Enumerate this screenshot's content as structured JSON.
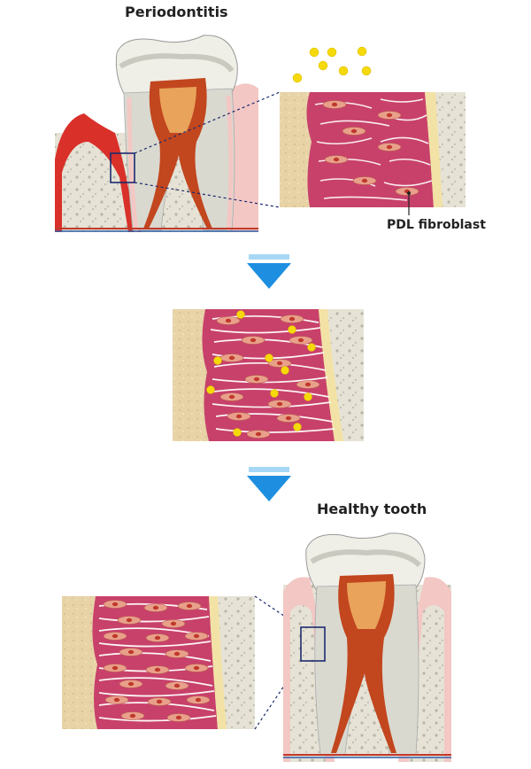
{
  "labels": {
    "top_title": "Periodontitis",
    "bottom_title": "Healthy tooth",
    "fibroblast_callout": "PDL fibroblast"
  },
  "colors": {
    "bone": "#e6e3d6",
    "bone_speck": "#b9b6a6",
    "cementum": "#e7d3a6",
    "ligament": "#c8416b",
    "fiber": "#ffffff",
    "fibroblast": "#e9a08a",
    "nucleus": "#c0392b",
    "gum": "#f3c7c4",
    "inflamed_gum": "#d9302a",
    "enamel": "#efefe7",
    "dentin": "#d9d9d0",
    "pulp": "#c2461e",
    "yellow_dot": "#f5d90a",
    "arrow_light": "#a6d8f5",
    "arrow_dark": "#1e8fe0",
    "frame_line": "#1c2b6e"
  },
  "icons": [
    "down-arrow-icon",
    "down-arrow-icon"
  ]
}
